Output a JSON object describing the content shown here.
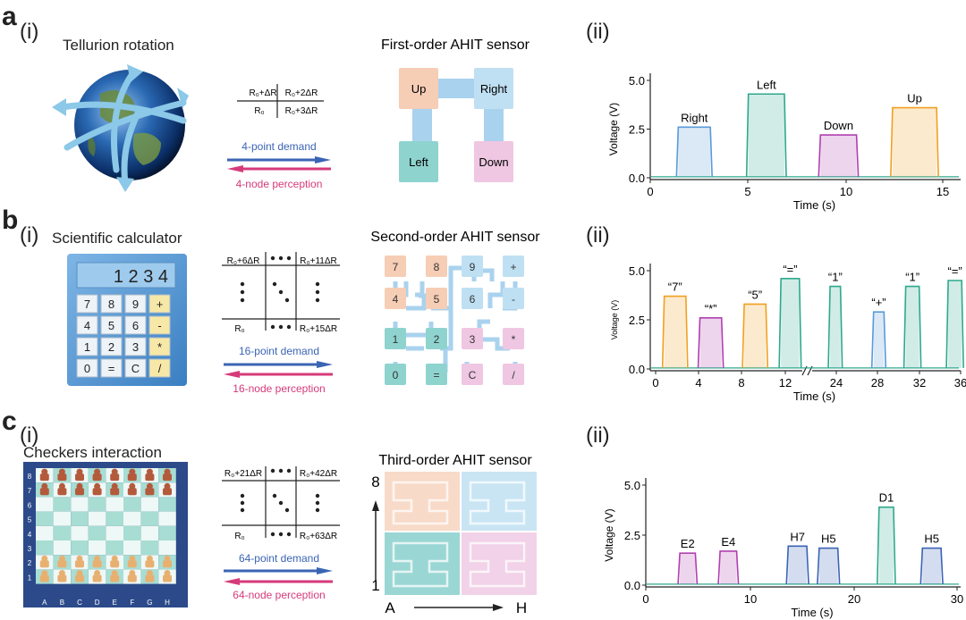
{
  "panels": {
    "a": {
      "letter": "a",
      "sub_i": "(i)",
      "sub_ii": "(ii)",
      "app_title": "Tellurion rotation",
      "sensor_title": "First-order AHIT sensor",
      "formula": {
        "tl": "R₀+ΔR",
        "tr": "R₀+2ΔR",
        "bl": "R₀",
        "br": "R₀+3ΔR"
      },
      "demand": "4-point demand",
      "perception": "4-node perception",
      "nodes": [
        "Up",
        "Right",
        "Left",
        "Down"
      ]
    },
    "b": {
      "letter": "b",
      "sub_i": "(i)",
      "sub_ii": "(ii)",
      "app_title": "Scientific calculator",
      "sensor_title": "Second-order AHIT sensor",
      "display": "1 2 3 4",
      "keys": [
        "7",
        "8",
        "9",
        "+",
        "4",
        "5",
        "6",
        "-",
        "1",
        "2",
        "3",
        "*",
        "0",
        "=",
        "C",
        "/"
      ],
      "formula": {
        "tl": "R₀+6ΔR",
        "tr": "R₀+11ΔR",
        "bl": "R₀",
        "br": "R₀+15ΔR"
      },
      "demand": "16-point demand",
      "perception": "16-node perception",
      "nodes": [
        "7",
        "8",
        "9",
        "+",
        "4",
        "5",
        "6",
        "-",
        "1",
        "2",
        "3",
        "*",
        "0",
        "=",
        "C",
        "/"
      ]
    },
    "c": {
      "letter": "c",
      "sub_i": "(i)",
      "sub_ii": "(ii)",
      "app_title": "Checkers interaction",
      "sensor_title": "Third-order AHIT sensor",
      "board_rows": [
        "8",
        "7",
        "6",
        "5",
        "4",
        "3",
        "2",
        "1"
      ],
      "board_cols": [
        "A",
        "B",
        "C",
        "D",
        "E",
        "F",
        "G",
        "H"
      ],
      "formula": {
        "tl": "R₀+21ΔR",
        "tr": "R₀+42ΔR",
        "bl": "R₀",
        "br": "R₀+63ΔR"
      },
      "demand": "64-point demand",
      "perception": "64-node perception",
      "axis_top": "8",
      "axis_bottom": "1",
      "axis_left": "A",
      "axis_right": "H"
    }
  },
  "colors": {
    "blue": "#3a64b4",
    "magenta": "#d63a7a",
    "orange": "#f0a020",
    "teal": "#2fa88e",
    "lightblue": "#5a9ad8",
    "purple": "#b040b0",
    "tile_orange": "#f6cdb5",
    "tile_blue": "#bfe0f2",
    "tile_teal": "#8fd3cf",
    "tile_pink": "#efc7e2",
    "connector": "#a9d2ee"
  },
  "chart_data": [
    {
      "type": "line",
      "id": "a-ii",
      "xlabel": "Time (s)",
      "ylabel": "Voltage (V)",
      "xlim": [
        0,
        15.5
      ],
      "ylim": [
        0,
        5.0
      ],
      "xticks": [
        "0",
        "5",
        "10",
        "15"
      ],
      "yticks": [
        "0.0",
        "2.5",
        "5.0"
      ],
      "pulses": [
        {
          "label": "Right",
          "start": 1.4,
          "end": 3.0,
          "value": 2.6,
          "color": "#5a9ad8"
        },
        {
          "label": "Left",
          "start": 4.9,
          "end": 6.7,
          "value": 4.3,
          "color": "#2fa88e"
        },
        {
          "label": "Down",
          "start": 8.5,
          "end": 10.3,
          "value": 2.2,
          "color": "#b040b0"
        },
        {
          "label": "Up",
          "start": 12.1,
          "end": 14.3,
          "value": 3.6,
          "color": "#f0a020"
        }
      ]
    },
    {
      "type": "line",
      "id": "b-ii",
      "xlabel": "Time (s)",
      "ylabel": "Voltage (V)",
      "ylim": [
        0,
        5.0
      ],
      "xticks": [
        "0",
        "4",
        "8",
        "12",
        "24",
        "28",
        "32",
        "36"
      ],
      "yticks": [
        "0.0",
        "2.5",
        "5.0"
      ],
      "pulses": [
        {
          "label": "“7”",
          "start": 0.8,
          "end": 2.8,
          "value": 3.7,
          "color": "#f0a020"
        },
        {
          "label": "“*”",
          "start": 4.1,
          "end": 6.1,
          "value": 2.6,
          "color": "#b040b0"
        },
        {
          "label": "“5”",
          "start": 8.2,
          "end": 10.2,
          "value": 3.3,
          "color": "#f0a020"
        },
        {
          "label": "“=”",
          "start": 11.6,
          "end": 13.3,
          "value": 4.6,
          "color": "#2fa88e"
        },
        {
          "label": "“1”",
          "start": 23.4,
          "end": 24.4,
          "value": 4.2,
          "color": "#2fa88e"
        },
        {
          "label": "“+”",
          "start": 27.6,
          "end": 28.6,
          "value": 2.9,
          "color": "#5a9ad8"
        },
        {
          "label": "“1”",
          "start": 30.7,
          "end": 32.0,
          "value": 4.2,
          "color": "#2fa88e"
        },
        {
          "label": "“=”",
          "start": 34.8,
          "end": 36.1,
          "value": 4.5,
          "color": "#2fa88e"
        }
      ]
    },
    {
      "type": "line",
      "id": "c-ii",
      "xlabel": "Time (s)",
      "ylabel": "Voltage (V)",
      "xlim": [
        0,
        30.5
      ],
      "ylim": [
        0,
        5.0
      ],
      "xticks": [
        "0",
        "10",
        "20",
        "30"
      ],
      "yticks": [
        "0.0",
        "2.5",
        "5.0"
      ],
      "pulses": [
        {
          "label": "E2",
          "start": 3.3,
          "end": 4.8,
          "value": 1.6,
          "color": "#b040b0"
        },
        {
          "label": "E4",
          "start": 7.2,
          "end": 8.8,
          "value": 1.7,
          "color": "#b040b0"
        },
        {
          "label": "H7",
          "start": 13.8,
          "end": 15.6,
          "value": 1.95,
          "color": "#3a64b4"
        },
        {
          "label": "H5",
          "start": 16.8,
          "end": 18.6,
          "value": 1.85,
          "color": "#3a64b4"
        },
        {
          "label": "D1",
          "start": 22.6,
          "end": 24.0,
          "value": 3.9,
          "color": "#2fa88e"
        },
        {
          "label": "H5",
          "start": 26.8,
          "end": 28.6,
          "value": 1.85,
          "color": "#3a64b4"
        }
      ]
    }
  ]
}
